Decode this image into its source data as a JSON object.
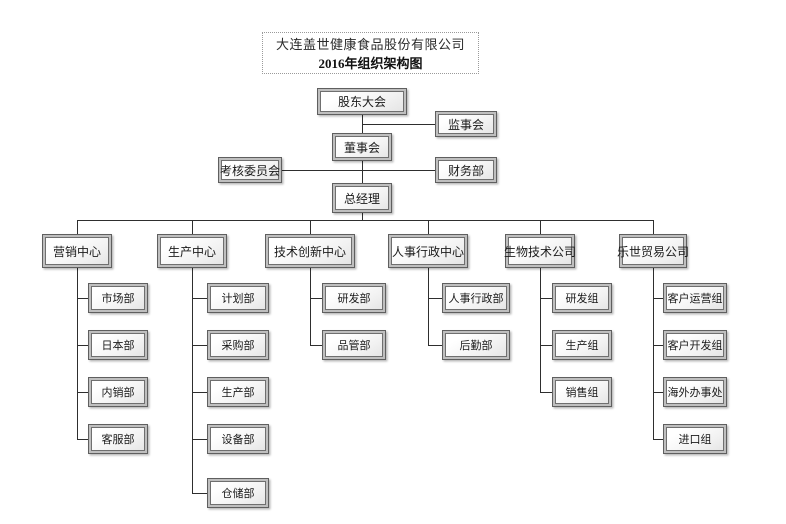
{
  "title": {
    "company": "大连盖世健康食品股份有限公司",
    "chart": "2016年组织架构图"
  },
  "governance": {
    "shareholders": "股东大会",
    "supervisors": "监事会",
    "board": "董事会",
    "assessment": "考核委员会",
    "finance": "财务部",
    "general_manager": "总经理"
  },
  "centers": [
    {
      "label": "营销中心",
      "children": [
        "市场部",
        "日本部",
        "内销部",
        "客服部"
      ]
    },
    {
      "label": "生产中心",
      "children": [
        "计划部",
        "采购部",
        "生产部",
        "设备部",
        "仓储部"
      ]
    },
    {
      "label": "技术创新中心",
      "children": [
        "研发部",
        "品管部"
      ]
    },
    {
      "label": "人事行政中心",
      "children": [
        "人事行政部",
        "后勤部"
      ]
    },
    {
      "label": "生物技术公司",
      "children": [
        "研发组",
        "生产组",
        "销售组"
      ]
    },
    {
      "label": "乐世贸易公司",
      "children": [
        "客户运营组",
        "客户开发组",
        "海外办事处",
        "进口组"
      ]
    }
  ]
}
